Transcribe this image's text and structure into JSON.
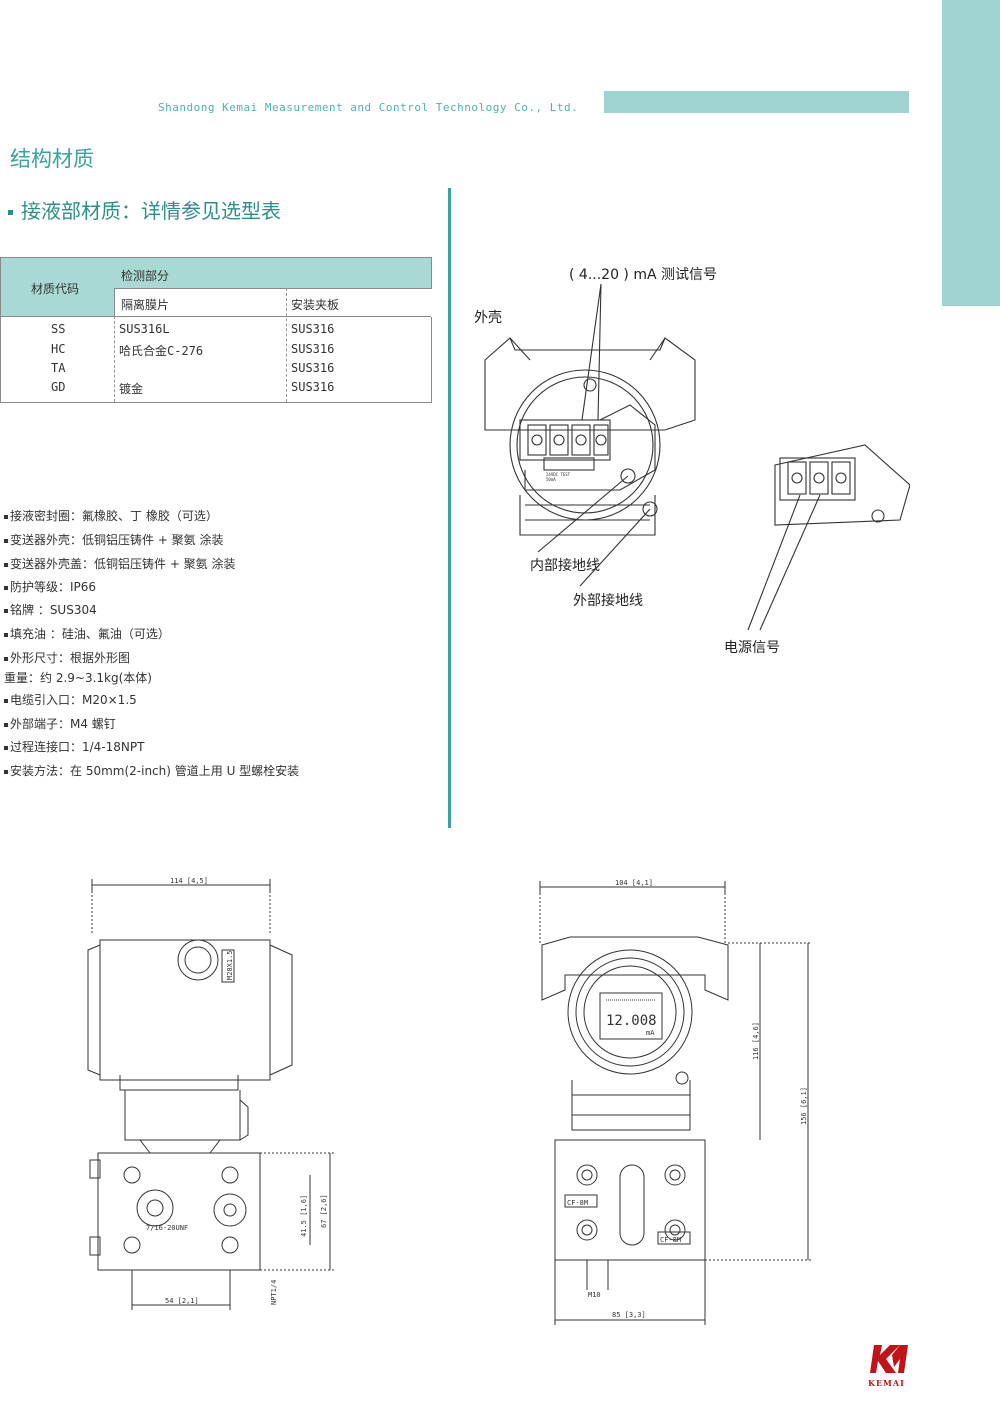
{
  "header": {
    "company": "Shandong Kemai Measurement and Control Technology Co., Ltd."
  },
  "section": {
    "title": "结构材质",
    "subtitle": "接液部材质：详情参见选型表"
  },
  "material_table": {
    "col_code": "材质代码",
    "col_group": "检测部分",
    "col_diaphragm": "隔离膜片",
    "col_flange": "安装夹板",
    "rows": [
      {
        "code": "SS",
        "diaphragm": "SUS316L",
        "flange": "SUS316"
      },
      {
        "code": "HC",
        "diaphragm": "哈氏合金C-276",
        "flange": "SUS316"
      },
      {
        "code": "TA",
        "diaphragm": "",
        "flange": "SUS316"
      },
      {
        "code": "GD",
        "diaphragm": "镀金",
        "flange": "SUS316"
      }
    ]
  },
  "specs": [
    "接液密封圈：氟橡胶、丁  橡胶（可选）",
    "变送器外壳：低铜铝压铸件 + 聚氨  涂装",
    "变送器外壳盖：低铜铝压铸件 + 聚氨  涂装",
    "防护等级：IP66",
    "铭牌 ：SUS304",
    "填充油 ：硅油、氟油（可选）",
    "外形尺寸：根据外形图",
    "重量：约 2.9~3.1kg(本体)",
    "电缆引入口：M20×1.5",
    "外部端子：M4 螺钉",
    "过程连接口：1/4-18NPT",
    "安装方法：在 50mm(2-inch) 管道上用 U 型螺栓安装"
  ],
  "wiring_labels": {
    "test_signal": "( 4...20 ) mA 测试信号",
    "housing": "外壳",
    "internal_ground": "内部接地线",
    "external_ground": "外部接地线",
    "power_signal": "电源信号",
    "terminal_marks": "24VDC   TEST",
    "terminal_marks2": "50mA"
  },
  "side_drawing": {
    "width_dim": "114 [4,5]",
    "conduit": "M20X1.5",
    "thread": "7/16-20UNF",
    "h1": "41.5 [1,6]",
    "h2": "67 [2,6]",
    "npt": "NPT1/4",
    "bottom_dim": "54 [2,1]"
  },
  "front_drawing": {
    "width_dim": "104 [4,1]",
    "display": "12.008",
    "unit": "mA",
    "h1": "116 [4,6]",
    "h2": "156 [6,1]",
    "plate1": "CF-8M",
    "plate2": "CF-8M",
    "m10": "M10",
    "bottom_dim": "85 [3,3]"
  },
  "logo": {
    "mark": "KM",
    "text": "KEMAI"
  }
}
